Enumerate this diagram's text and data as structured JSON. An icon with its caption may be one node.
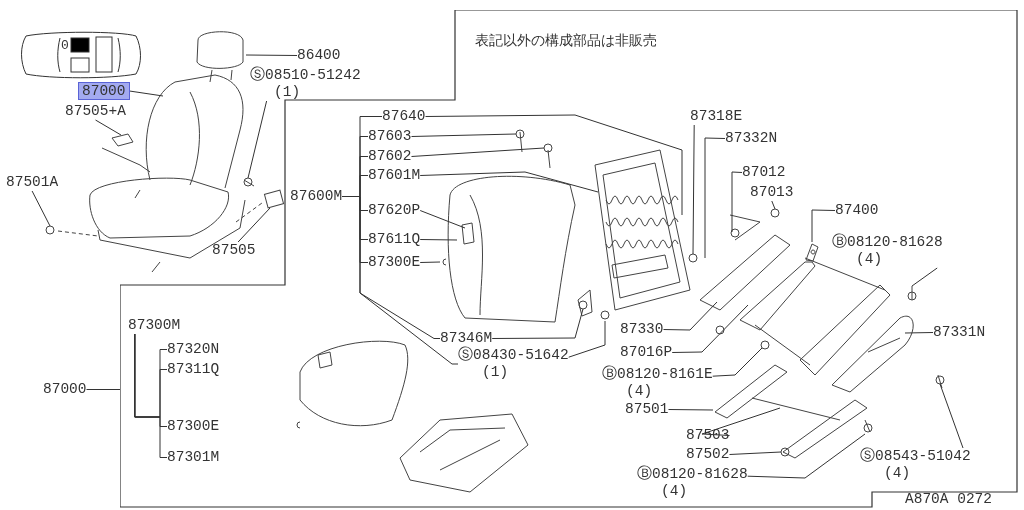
{
  "diagram": {
    "nodes": [
      {
        "text": [
          "表記以外の構成部品は非販売"
        ]
      },
      {
        "text": [
          "86400"
        ]
      },
      {
        "text": [
          "Ⓢ08510-51242",
          "(1)"
        ]
      },
      {
        "text": [
          "87000"
        ]
      },
      {
        "text": [
          "87505+A"
        ]
      },
      {
        "text": [
          "87501A"
        ]
      },
      {
        "text": [
          "87505"
        ]
      },
      {
        "text": [
          "87600M"
        ],
        "in": 0
      },
      {
        "text": [
          "87640"
        ],
        "in": 0
      },
      {
        "text": [
          "87603"
        ],
        "in": 0
      },
      {
        "text": [
          "87602"
        ],
        "in": 0
      },
      {
        "text": [
          "87601M"
        ],
        "in": 0
      },
      {
        "text": [
          "87620P"
        ],
        "in": 0
      },
      {
        "text": [
          "87611Q"
        ],
        "in": 0
      },
      {
        "text": [
          "87300E"
        ],
        "in": 0
      },
      {
        "text": [
          "87346M"
        ],
        "in": 0
      },
      {
        "text": [
          "Ⓢ08430-51642",
          "(1)"
        ],
        "in": 0
      },
      {
        "text": [
          "87318E"
        ],
        "in": 0
      },
      {
        "text": [
          "87332N"
        ],
        "in": 0
      },
      {
        "text": [
          "87012"
        ],
        "in": 0
      },
      {
        "text": [
          "87013"
        ],
        "in": 0
      },
      {
        "text": [
          "87400"
        ],
        "in": 0
      },
      {
        "text": [
          "Ⓑ08120-81628",
          "(4)"
        ],
        "in": 0
      },
      {
        "text": [
          "87331N"
        ],
        "in": 0
      },
      {
        "text": [
          "87330"
        ],
        "in": 0
      },
      {
        "text": [
          "87016P"
        ],
        "in": 0
      },
      {
        "text": [
          "Ⓑ08120-8161E",
          "(4)"
        ],
        "in": 0
      },
      {
        "text": [
          "87501"
        ],
        "in": 0
      },
      {
        "text": [
          "87503"
        ],
        "in": 0
      },
      {
        "text": [
          "87502"
        ],
        "in": 0
      },
      {
        "text": [
          "Ⓑ08120-81628",
          "(4)"
        ],
        "in": 0
      },
      {
        "text": [
          "Ⓢ08543-51042",
          "(4)"
        ],
        "in": 0
      },
      {
        "text": [
          "87300M"
        ],
        "in": 0
      },
      {
        "text": [
          "87320N"
        ],
        "in": 0
      },
      {
        "text": [
          "87311Q"
        ],
        "in": 0
      },
      {
        "text": [
          "87300E"
        ],
        "in": 0
      },
      {
        "text": [
          "87301M"
        ],
        "in": 0
      },
      {
        "text": [
          "87000"
        ]
      },
      {
        "text": [],
        "shape": "picture"
      },
      {
        "text": [],
        "shape": "box"
      },
      {
        "text": [],
        "shape": "picture",
        "in": 0
      },
      {
        "text": [],
        "shape": "circle",
        "in": 0
      },
      {
        "text": [],
        "shape": "circle",
        "in": 0
      },
      {
        "text": [],
        "shape": "picture",
        "in": 0
      }
    ],
    "edges": [
      {
        "from": 1,
        "to": 38,
        "arrow": "none"
      },
      {
        "from": 2,
        "to": null,
        "arrow": "none"
      },
      {
        "from": 3,
        "to": null,
        "arrow": "none"
      },
      {
        "from": 4,
        "to": null,
        "arrow": "none"
      },
      {
        "from": 5,
        "to": null,
        "arrow": "none"
      },
      {
        "from": 6,
        "to": 39,
        "arrow": "none"
      },
      {
        "from": 8,
        "to": null,
        "arrow": "none"
      },
      {
        "from": 9,
        "to": null,
        "arrow": "none"
      },
      {
        "from": 10,
        "to": null,
        "arrow": "none"
      },
      {
        "from": 11,
        "to": null,
        "arrow": "none"
      },
      {
        "from": 12,
        "to": null,
        "arrow": "none"
      },
      {
        "from": 13,
        "to": null,
        "arrow": "none"
      },
      {
        "from": 14,
        "to": null,
        "arrow": "none"
      },
      {
        "from": 15,
        "to": null,
        "arrow": "none"
      },
      {
        "from": 16,
        "to": 41,
        "arrow": "none"
      },
      {
        "from": 17,
        "to": null,
        "arrow": "none"
      },
      {
        "from": 18,
        "to": null,
        "arrow": "none"
      },
      {
        "from": 19,
        "to": null,
        "arrow": "none"
      },
      {
        "from": 20,
        "to": null,
        "arrow": "none"
      },
      {
        "from": 21,
        "to": 40,
        "arrow": "none"
      },
      {
        "from": 22,
        "to": null,
        "arrow": "none"
      },
      {
        "from": 23,
        "to": null,
        "arrow": "none"
      },
      {
        "from": 24,
        "to": null,
        "arrow": "none"
      },
      {
        "from": 25,
        "to": null,
        "arrow": "none"
      },
      {
        "from": 26,
        "to": null,
        "arrow": "none"
      },
      {
        "from": 27,
        "to": 43,
        "arrow": "none"
      },
      {
        "from": 28,
        "to": null,
        "arrow": "none"
      },
      {
        "from": 29,
        "to": null,
        "arrow": "none"
      },
      {
        "from": 30,
        "to": 42,
        "arrow": "none"
      },
      {
        "from": 31,
        "to": null,
        "arrow": "none"
      },
      {
        "from": 7,
        "to": 8,
        "arrow": "none"
      },
      {
        "from": 7,
        "to": 9,
        "arrow": "none"
      },
      {
        "from": 7,
        "to": 10,
        "arrow": "none"
      },
      {
        "from": 7,
        "to": 11,
        "arrow": "none"
      },
      {
        "from": 7,
        "to": 12,
        "arrow": "none"
      },
      {
        "from": 7,
        "to": 13,
        "arrow": "none"
      },
      {
        "from": 7,
        "to": 14,
        "arrow": "none"
      },
      {
        "from": 7,
        "to": 15,
        "arrow": "none"
      },
      {
        "from": 7,
        "to": 16,
        "arrow": "none"
      },
      {
        "from": 32,
        "to": 33,
        "arrow": "none"
      },
      {
        "from": 32,
        "to": 34,
        "arrow": "none"
      },
      {
        "from": 32,
        "to": 35,
        "arrow": "none"
      },
      {
        "from": 32,
        "to": 36,
        "arrow": "none"
      },
      {
        "from": 37,
        "to": 0,
        "arrow": "none"
      }
    ],
    "labels": [
      "0",
      "A870A 0272"
    ]
  }
}
